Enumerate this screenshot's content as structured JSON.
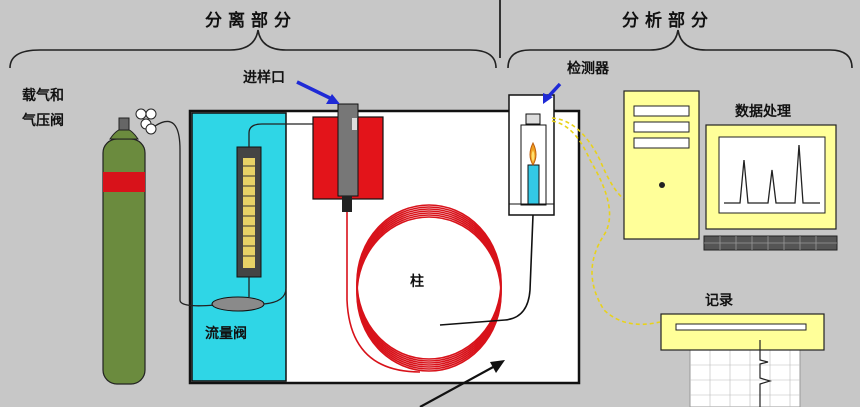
{
  "sections": {
    "separation": "分离部分",
    "analysis": "分析部分"
  },
  "labels": {
    "carrier_gas_line1": "载气和",
    "carrier_gas_line2": "气压阀",
    "injector": "进样口",
    "detector": "检测器",
    "data_processing": "数据处理",
    "column": "柱",
    "flow_valve": "流量阀",
    "recorder": "记录"
  },
  "colors": {
    "background": "#c7c7c7",
    "oven": "#ffffff",
    "flow_panel": "#2fd6e6",
    "injector_block": "#e3141a",
    "column_coil": "#d8121a",
    "cylinder": "#6b8b3e",
    "cylinder_band": "#d8121a",
    "computer": "#ffff99",
    "arrow": "#1f2ad6"
  }
}
